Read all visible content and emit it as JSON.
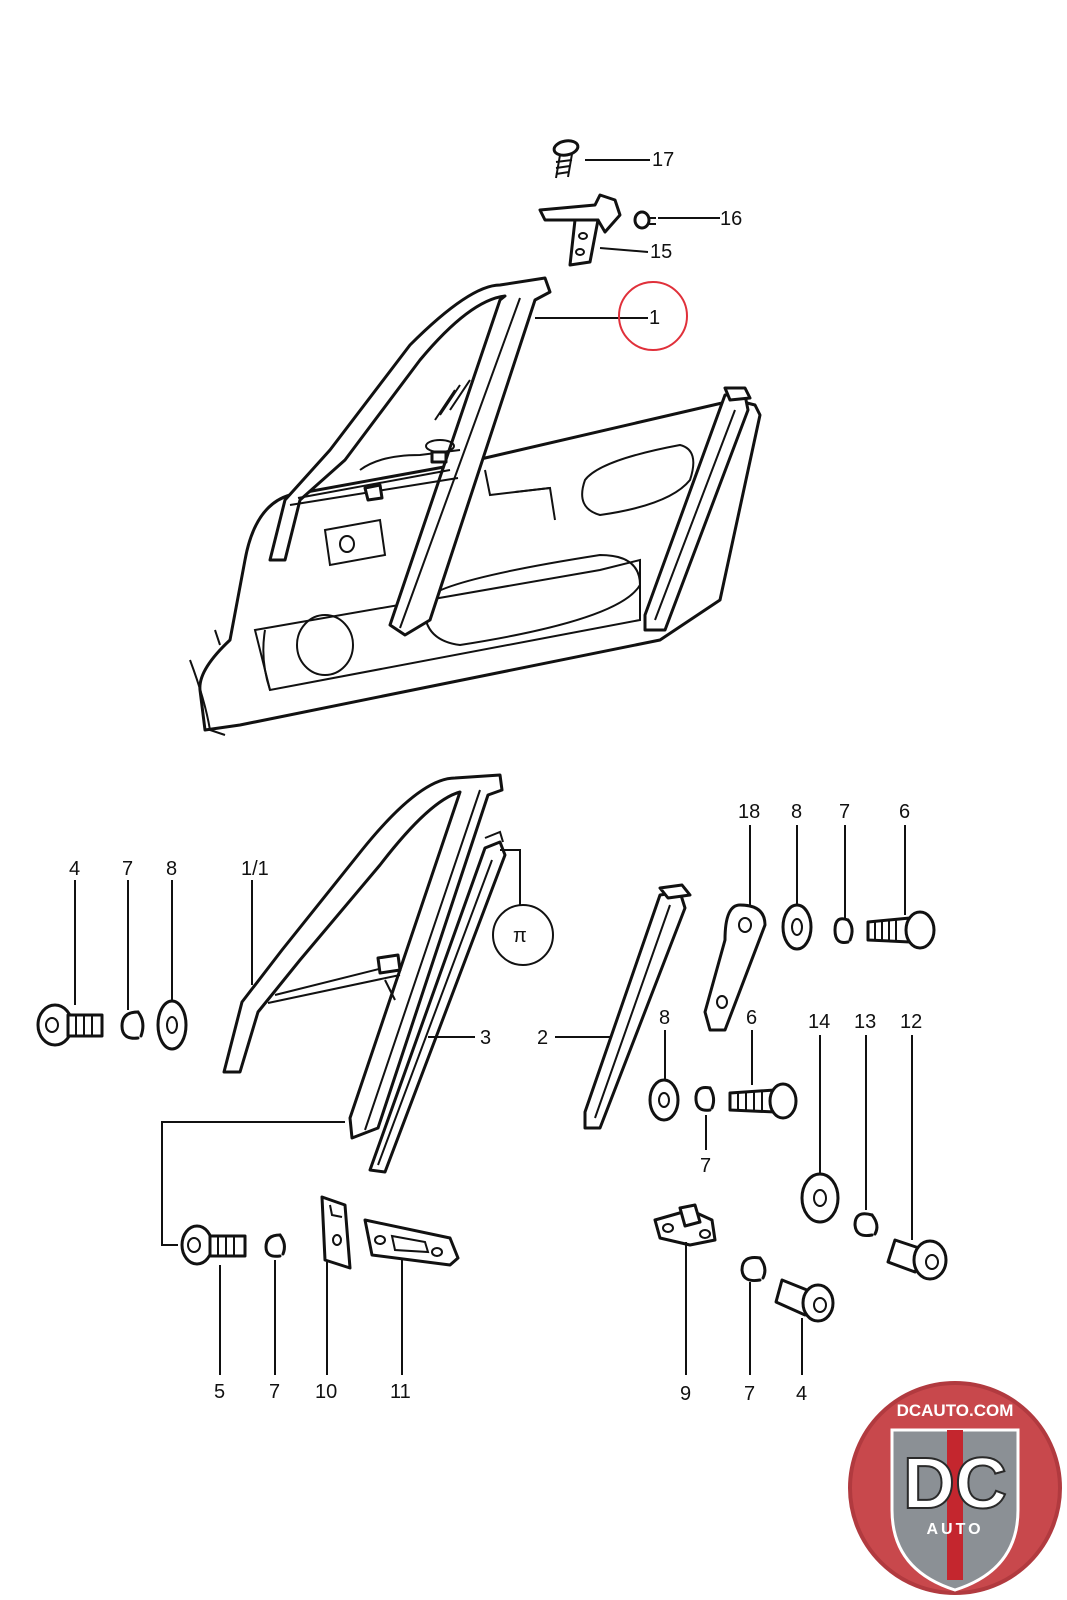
{
  "diagram": {
    "callouts": {
      "c17": "17",
      "c16": "16",
      "c15": "15",
      "c1": "1",
      "c4a": "4",
      "c7a": "7",
      "c8a": "8",
      "c1_1": "1/1",
      "cII": "π",
      "c3": "3",
      "c2": "2",
      "c18": "18",
      "c8b": "8",
      "c7b": "7",
      "c6a": "6",
      "c8c": "8",
      "c6b": "6",
      "c7c": "7",
      "c14": "14",
      "c13": "13",
      "c12": "12",
      "c5": "5",
      "c7d": "7",
      "c10": "10",
      "c11": "11",
      "c9": "9",
      "c7e": "7",
      "c4b": "4"
    },
    "highlight_color": "#e0303a"
  },
  "logo": {
    "top_text": "DCAUTO.COM",
    "mark": "DC",
    "bottom_text": "AUTO",
    "colors": {
      "ring": "#c8484c",
      "badge": "#8b9095",
      "stripe": "#c4262e"
    }
  }
}
